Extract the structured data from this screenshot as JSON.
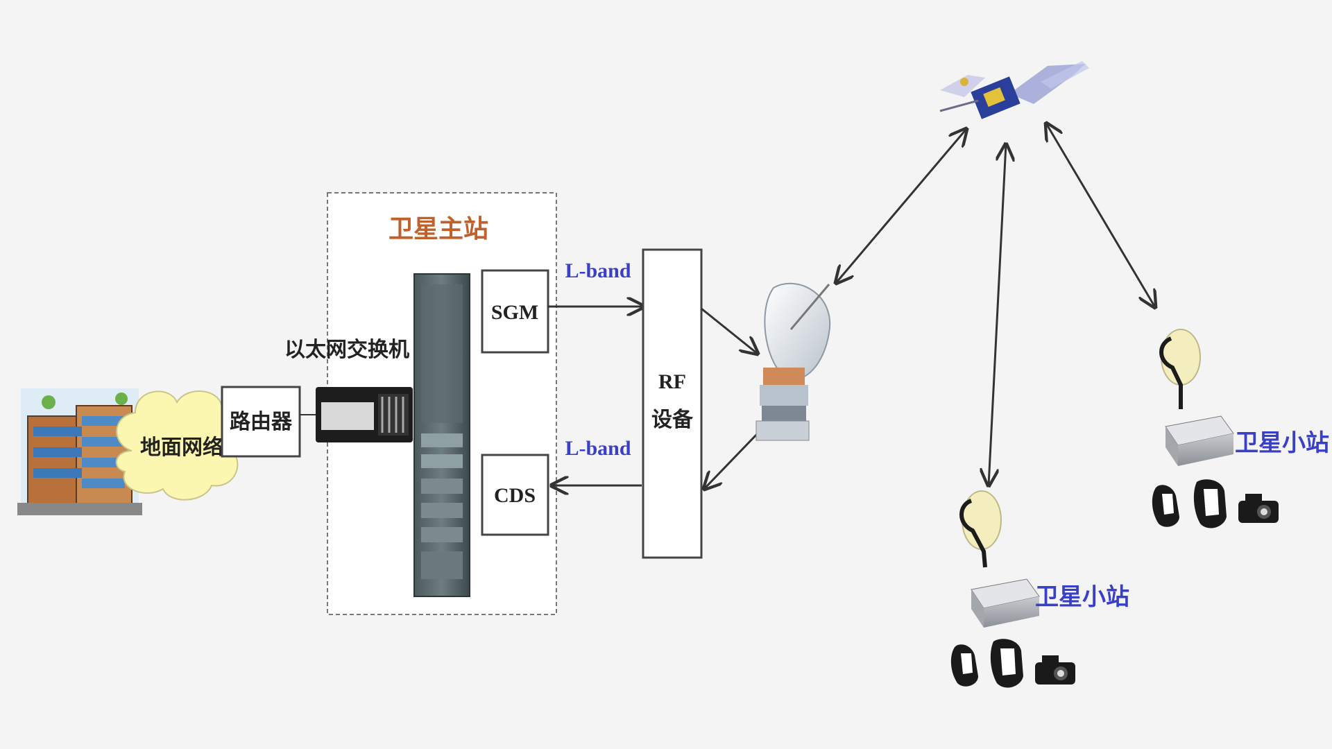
{
  "labels": {
    "ground_network": "地面网络",
    "router": "路由器",
    "ethernet_switch": "以太网交换机",
    "master_station": "卫星主站",
    "sgm": "SGM",
    "cds": "CDS",
    "lband_top": "L-band",
    "lband_bottom": "L-band",
    "rf_line1": "RF",
    "rf_line2": "设备",
    "small_station_1": "卫星小站",
    "small_station_2": "卫星小站"
  },
  "colors": {
    "background": "#f4f4f4",
    "master_title": "#c0602a",
    "lband": "#3a3fc8",
    "small_station": "#3a3fc8",
    "cloud": "#fbf7b0",
    "line": "#333333"
  },
  "icons": {
    "building": "building-icon",
    "cloud": "cloud-icon",
    "switch": "ethernet-switch-icon",
    "rack": "server-rack-icon",
    "dish": "satellite-dish-icon",
    "satellite": "satellite-icon",
    "vsat_dish": "vsat-dish-icon",
    "modem": "modem-icon",
    "phone": "phone-icon",
    "camera": "camera-icon"
  }
}
